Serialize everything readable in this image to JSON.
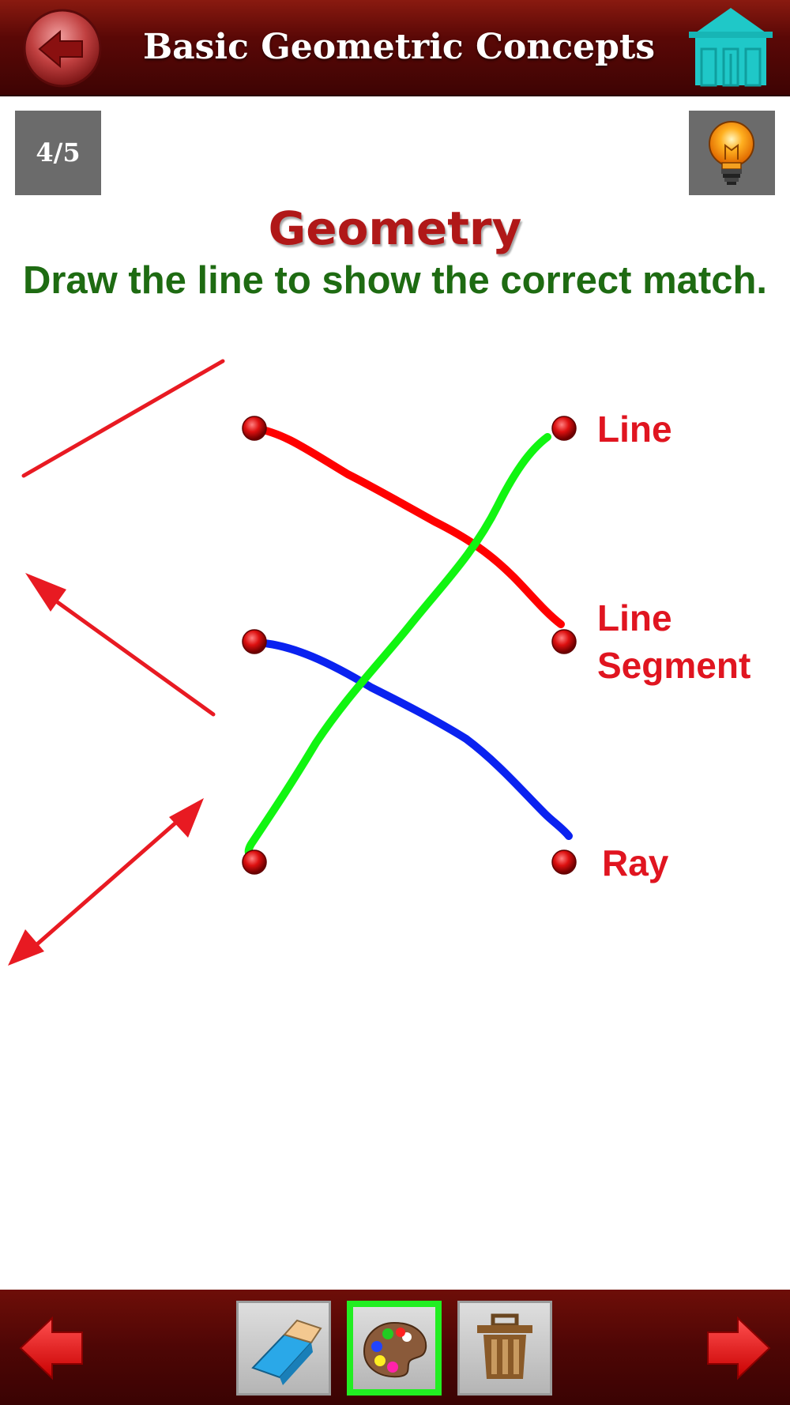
{
  "header": {
    "title": "Basic Geometric Concepts",
    "back_icon": "back-arrow-icon",
    "home_icon": "home-icon"
  },
  "page_indicator": "4/5",
  "hint_icon": "lightbulb-icon",
  "subject_title": "Geometry",
  "instructions": "Draw the line to show the correct match.",
  "match": {
    "figures": [
      "line-segment-figure",
      "ray-figure",
      "line-figure"
    ],
    "labels": [
      {
        "line1": "Line",
        "line2": ""
      },
      {
        "line1": "Line",
        "line2": "Segment"
      },
      {
        "line1": "Ray",
        "line2": ""
      }
    ],
    "connections": [
      {
        "from": 0,
        "to": 1,
        "color": "#ff0000"
      },
      {
        "from": 1,
        "to": 2,
        "color": "#0a22f0"
      },
      {
        "from": 2,
        "to": 0,
        "color": "#11f511"
      }
    ]
  },
  "toolbar": {
    "tools": [
      {
        "name": "eraser",
        "icon": "eraser-icon",
        "selected": false
      },
      {
        "name": "palette",
        "icon": "palette-icon",
        "selected": true
      },
      {
        "name": "trash",
        "icon": "trash-icon",
        "selected": false
      }
    ],
    "prev_icon": "prev-arrow-icon",
    "next_icon": "next-arrow-icon"
  },
  "colors": {
    "figure_red": "#e81a22",
    "title_red": "#b01818",
    "instruction_green": "#1e6b12",
    "selected_tool": "#22ee22"
  }
}
